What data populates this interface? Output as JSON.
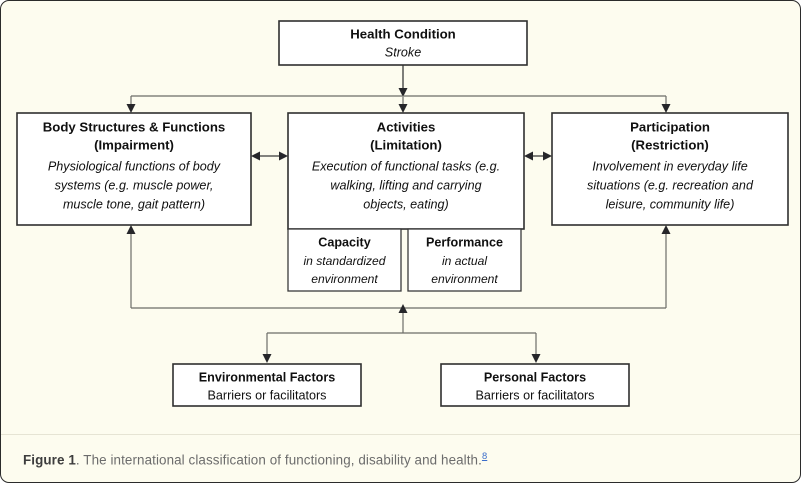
{
  "figure": {
    "background_color": "#fdfcef",
    "border_color": "#2b2b2b",
    "box_fill": "#ffffff",
    "connector_color": "#6d6d68",
    "link_color": "#3c6ecb"
  },
  "nodes": {
    "health_condition": {
      "title": "Health Condition",
      "subtitle": "Stroke"
    },
    "body_structures": {
      "title": "Body Structures & Functions",
      "qualifier": "(Impairment)",
      "description_lines": [
        "Physiological functions of body",
        "systems (e.g. muscle power,",
        "muscle tone, gait pattern)"
      ]
    },
    "activities": {
      "title": "Activities",
      "qualifier": "(Limitation)",
      "description_lines": [
        "Execution of functional tasks (e.g.",
        "walking, lifting and carrying",
        "objects, eating)"
      ]
    },
    "participation": {
      "title": "Participation",
      "qualifier": "(Restriction)",
      "description_lines": [
        "Involvement in everyday life",
        "situations (e.g. recreation and",
        "leisure, community life)"
      ]
    },
    "capacity": {
      "title": "Capacity",
      "description_lines": [
        "in standardized",
        "environment"
      ]
    },
    "performance": {
      "title": "Performance",
      "description_lines": [
        "in actual",
        "environment"
      ]
    },
    "environmental_factors": {
      "title": "Environmental Factors",
      "subtitle": "Barriers or facilitators"
    },
    "personal_factors": {
      "title": "Personal Factors",
      "subtitle": "Barriers or facilitators"
    }
  },
  "caption": {
    "label": "Figure 1",
    "text": ". The international classification of functioning, disability and health.",
    "reference": "8"
  }
}
